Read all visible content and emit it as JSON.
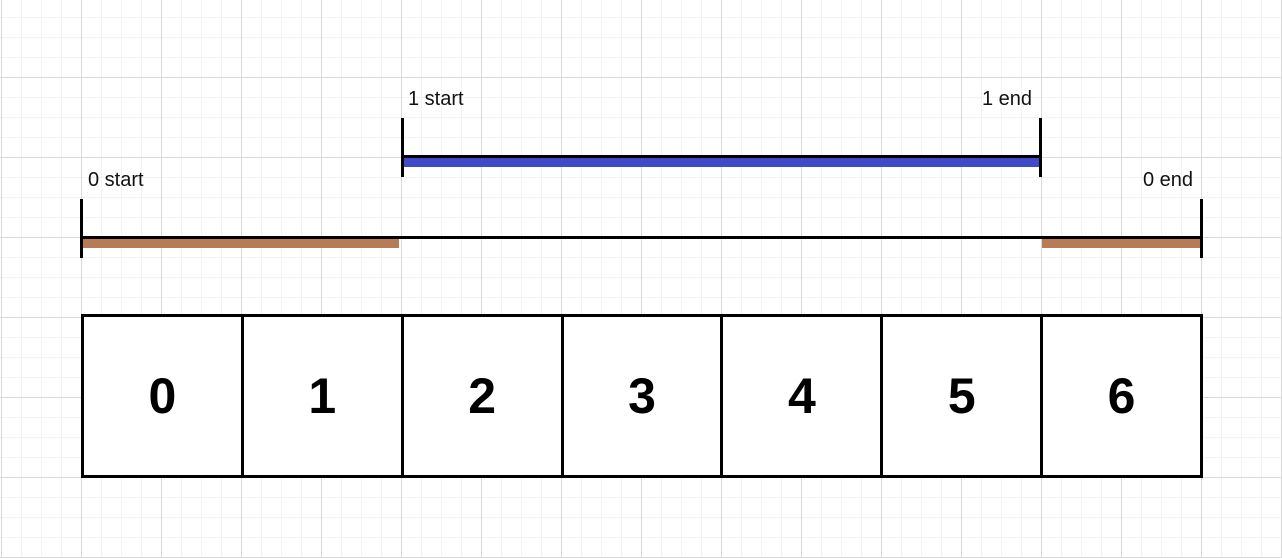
{
  "diagram": {
    "intervals": [
      {
        "id": "1",
        "start_label": "1 start",
        "end_label": "1 end",
        "bar_color": "#4049c8",
        "span_cells": [
          2,
          5
        ]
      },
      {
        "id": "0",
        "start_label": "0 start",
        "end_label": "0 end",
        "bar_color": "#b77c56",
        "span_cells_wrapped": [
          [
            0,
            1
          ],
          [
            6,
            6
          ]
        ]
      }
    ],
    "buffer_cells": [
      "0",
      "1",
      "2",
      "3",
      "4",
      "5",
      "6"
    ]
  },
  "colors": {
    "background": "#ffffff",
    "grid_minor": "#f3f3f5",
    "grid_major": "#d9d9db",
    "line": "#000000",
    "label_text": "#111111",
    "blue_bar": "#4049c8",
    "brown_bar": "#b77c56"
  }
}
